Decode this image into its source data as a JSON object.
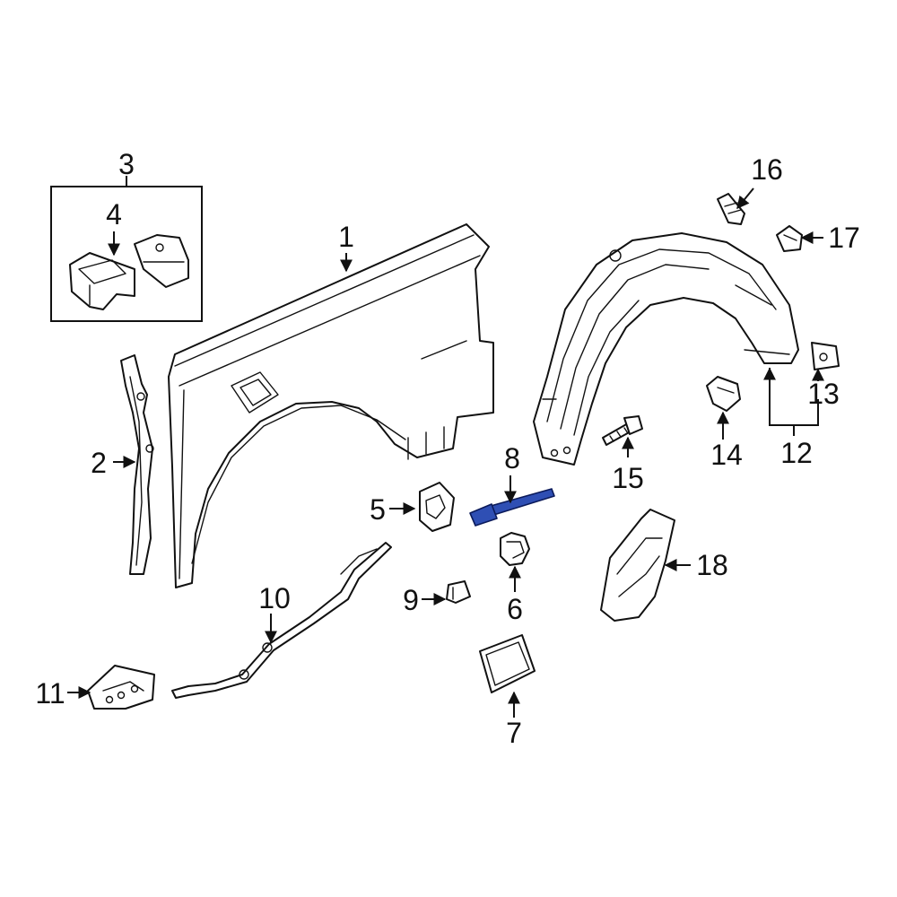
{
  "callouts": {
    "c1": "1",
    "c2": "2",
    "c3": "3",
    "c4": "4",
    "c5": "5",
    "c6": "6",
    "c7": "7",
    "c8": "8",
    "c9": "9",
    "c10": "10",
    "c11": "11",
    "c12": "12",
    "c13": "13",
    "c14": "14",
    "c15": "15",
    "c16": "16",
    "c17": "17",
    "c18": "18"
  },
  "colors": {
    "line": "#111111",
    "highlight": "#2f4fb4",
    "background": "#ffffff"
  }
}
